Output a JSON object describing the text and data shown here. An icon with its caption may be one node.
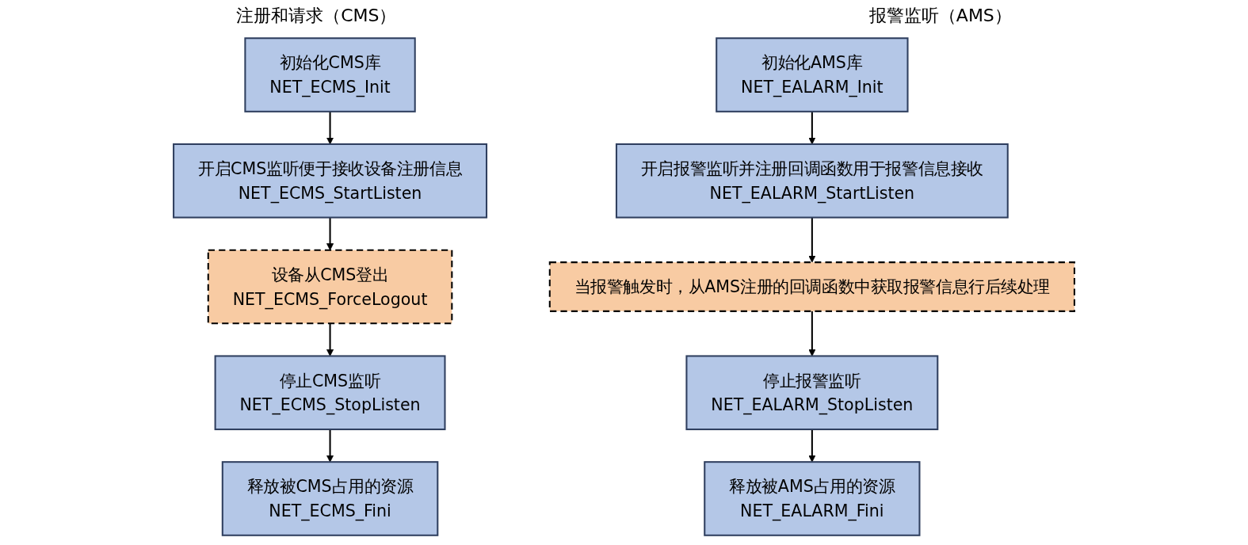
{
  "diagram": {
    "nodes": [
      {
        "text": [
          "初始化CMS库",
          "NET_ECMS_Init"
        ]
      },
      {
        "text": [
          "开启CMS监听便于接收设备注册信息",
          "NET_ECMS_StartListen"
        ]
      },
      {
        "text": [
          "设备从CMS登出",
          "NET_ECMS_ForceLogout"
        ]
      },
      {
        "text": [
          "停止CMS监听",
          "NET_ECMS_StopListen"
        ]
      },
      {
        "text": [
          "释放被CMS占用的资源",
          "NET_ECMS_Fini"
        ]
      },
      {
        "text": [
          "初始化AMS库",
          "NET_EALARM_Init"
        ]
      },
      {
        "text": [
          "开启报警监听并注册回调函数用于报警信息接收",
          "NET_EALARM_StartListen"
        ]
      },
      {
        "text": [
          "当报警触发时，从AMS注册的回调函数中获取报警信息行后续处理"
        ]
      },
      {
        "text": [
          "停止报警监听",
          "NET_EALARM_StopListen"
        ]
      },
      {
        "text": [
          "释放被AMS占用的资源",
          "NET_EALARM_Fini"
        ]
      }
    ],
    "edges": [
      {
        "from": 0,
        "to": 1,
        "arrow": "to"
      },
      {
        "from": 1,
        "to": 2,
        "arrow": "to"
      },
      {
        "from": 2,
        "to": 3,
        "arrow": "to"
      },
      {
        "from": 3,
        "to": 4,
        "arrow": "to"
      },
      {
        "from": 5,
        "to": 6,
        "arrow": "to"
      },
      {
        "from": 6,
        "to": 7,
        "arrow": "to"
      },
      {
        "from": 7,
        "to": 8,
        "arrow": "to"
      },
      {
        "from": 8,
        "to": 9,
        "arrow": "to"
      }
    ],
    "labels": [
      "注册和请求（CMS）",
      "报警监听（AMS）"
    ]
  }
}
